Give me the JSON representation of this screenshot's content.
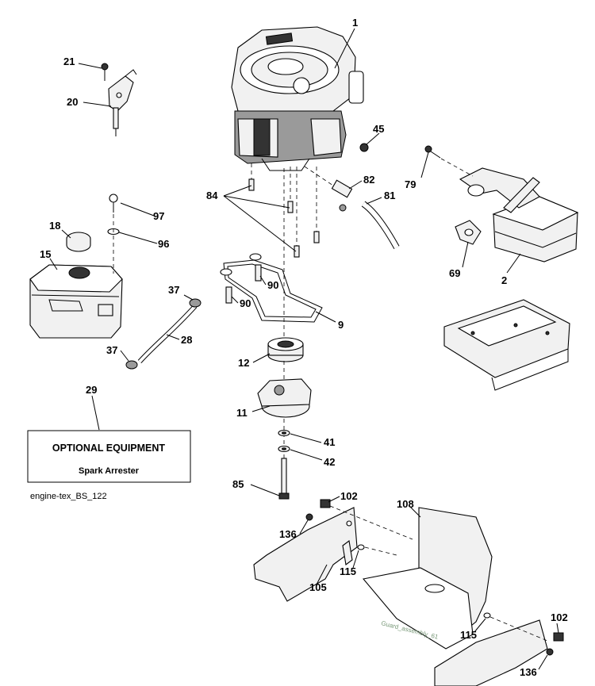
{
  "optional_box": {
    "title": "OPTIONAL EQUIPMENT",
    "subtitle": "Spark Arrester"
  },
  "drawing_code": "engine-tex_BS_122",
  "watermark": "Guard_assembly_61",
  "callouts": [
    "1",
    "2",
    "9",
    "11",
    "12",
    "15",
    "18",
    "20",
    "21",
    "28",
    "29",
    "37",
    "37",
    "41",
    "42",
    "45",
    "69",
    "79",
    "81",
    "82",
    "84",
    "85",
    "90",
    "90",
    "96",
    "97",
    "102",
    "102",
    "105",
    "108",
    "115",
    "115",
    "136",
    "136"
  ]
}
